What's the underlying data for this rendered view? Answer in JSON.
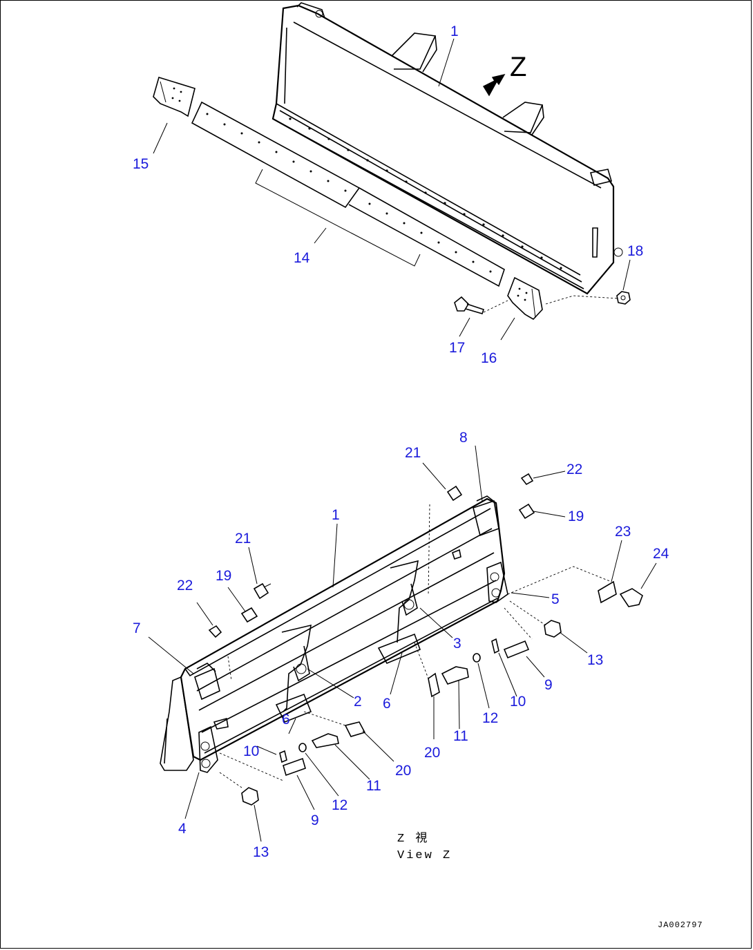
{
  "diagram": {
    "view_arrow_label": "Z",
    "view_caption_line1": "Z 視",
    "view_caption_line2": "View Z",
    "drawing_ref": "JA002797",
    "callouts": {
      "top_1": "1",
      "top_14": "14",
      "top_15": "15",
      "top_16": "16",
      "top_17": "17",
      "top_18": "18",
      "bot_1": "1",
      "bot_2": "2",
      "bot_3": "3",
      "bot_4": "4",
      "bot_5": "5",
      "bot_6a": "6",
      "bot_6b": "6",
      "bot_7": "7",
      "bot_8": "8",
      "bot_9a": "9",
      "bot_9b": "9",
      "bot_10a": "10",
      "bot_10b": "10",
      "bot_11a": "11",
      "bot_11b": "11",
      "bot_12a": "12",
      "bot_12b": "12",
      "bot_13a": "13",
      "bot_13b": "13",
      "bot_19a": "19",
      "bot_19b": "19",
      "bot_20a": "20",
      "bot_20b": "20",
      "bot_21a": "21",
      "bot_21b": "21",
      "bot_22a": "22",
      "bot_22b": "22",
      "bot_23": "23",
      "bot_24": "24"
    }
  }
}
